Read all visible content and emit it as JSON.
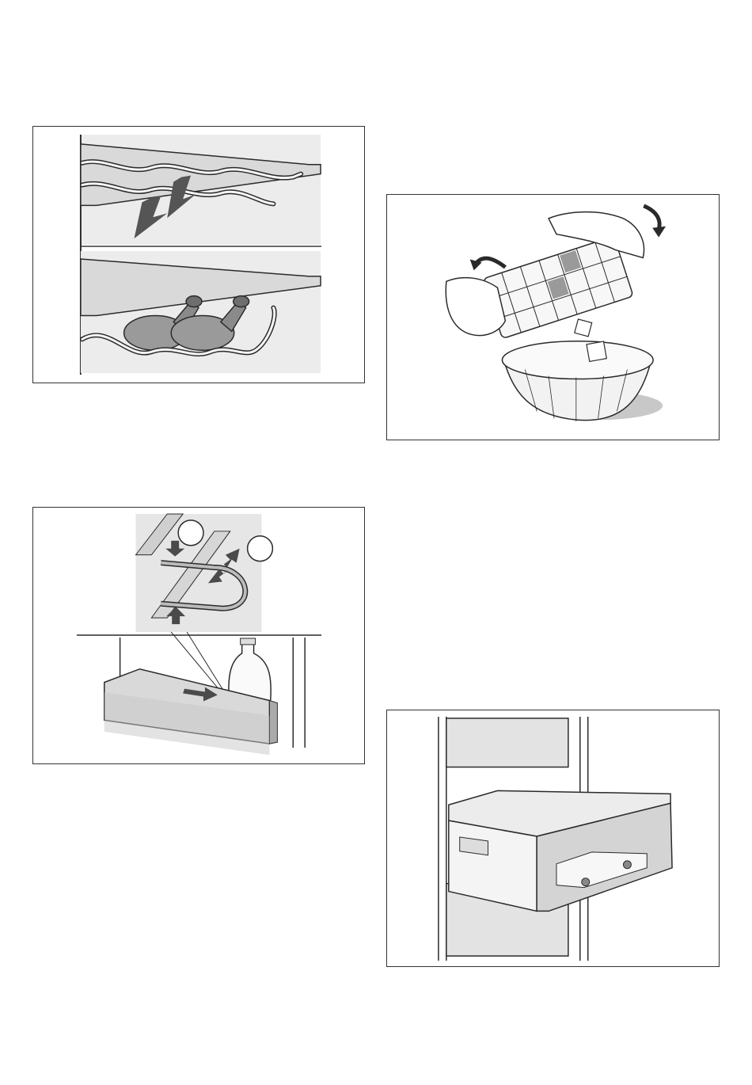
{
  "figures": [
    {
      "id": "wine-rack",
      "icon": "wine-rack-shelf-illustration"
    },
    {
      "id": "ice-tray",
      "icon": "ice-cube-tray-illustration"
    },
    {
      "id": "door-clip",
      "icon": "bottle-clip-door-shelf-illustration",
      "markers": [
        "",
        ""
      ]
    },
    {
      "id": "freezer-drawer",
      "icon": "freezer-drawer-illustration"
    }
  ],
  "colors": {
    "frame": "#333333",
    "line": "#2a2a2a",
    "panel": "#e6e6e6",
    "shadow": "#bdbdbd",
    "arrow": "#4a4a4a"
  }
}
